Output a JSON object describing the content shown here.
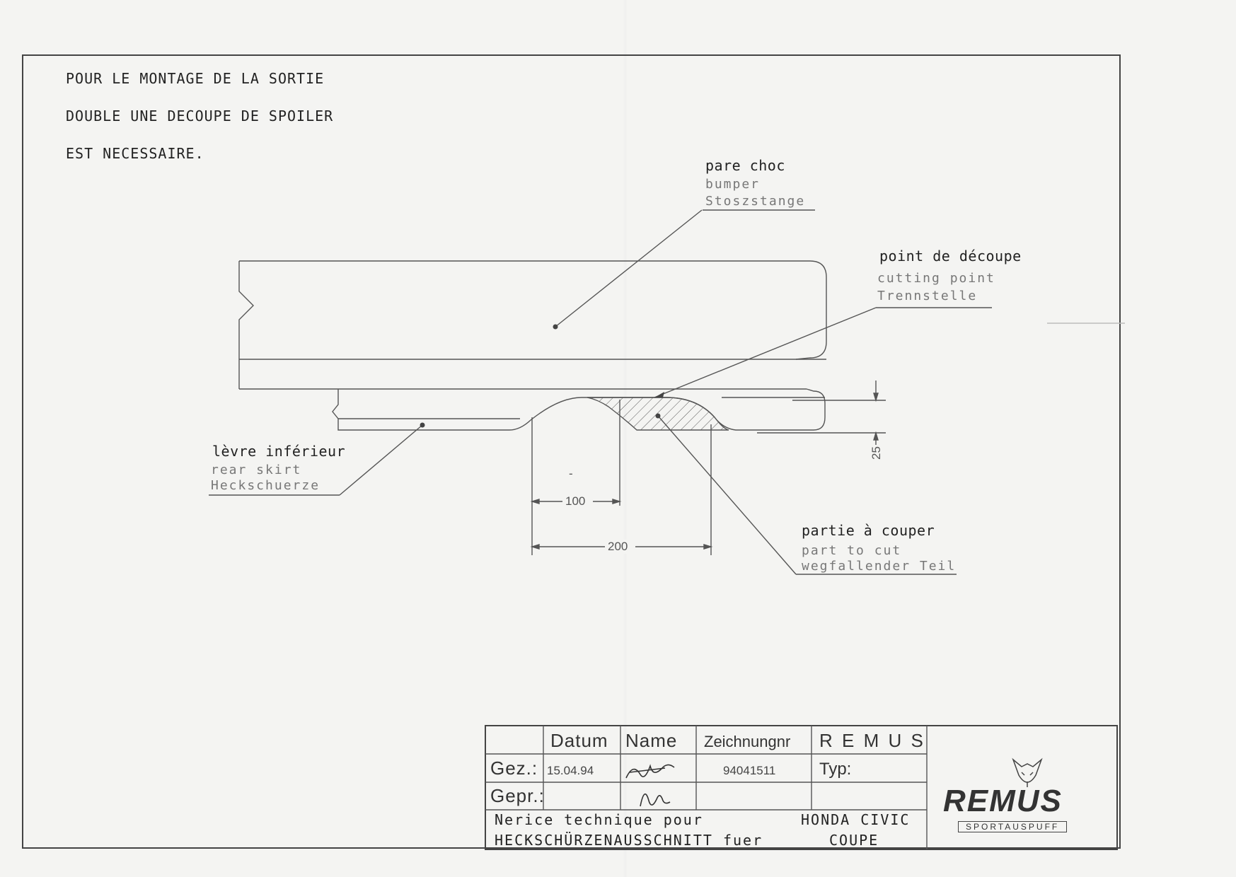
{
  "notes": [
    "POUR LE MONTAGE DE LA SORTIE",
    "DOUBLE UNE DECOUPE DE SPOILER",
    "EST NECESSAIRE."
  ],
  "labels": {
    "bumper": {
      "fr": "pare choc",
      "en": "bumper",
      "de": "Stoszstange"
    },
    "cutting_point": {
      "fr": "point de découpe",
      "en": "cutting point",
      "de": "Trennstelle"
    },
    "rear_skirt": {
      "fr": "lèvre inférieur",
      "en": "rear skirt",
      "de": "Heckschuerze"
    },
    "part_to_cut": {
      "fr": "partie à couper",
      "en": "part to cut",
      "de": "wegfallender Teil"
    }
  },
  "dimensions": {
    "d100": "100",
    "d200": "200",
    "d25": "25",
    "mark": "-"
  },
  "title_block": {
    "col_datum": "Datum",
    "col_name": "Name",
    "col_zeichnungnr": "Zeichnungnr",
    "company": "R E M U S",
    "row_gez": "Gez.:",
    "row_gepr": "Gepr.:",
    "date": "15.04.94",
    "drawing_number": "94041511",
    "typ": "Typ:",
    "description_line1": "Nerice technique pour",
    "description_line2": "HECKSCHÜRZENAUSSCHNITT fuer",
    "model_line1": "HONDA CIVIC",
    "model_line2": "COUPE"
  },
  "logo": {
    "name": "REMUS",
    "subtitle": "SPORTAUSPUFF",
    "icon": "fox-head-icon"
  }
}
